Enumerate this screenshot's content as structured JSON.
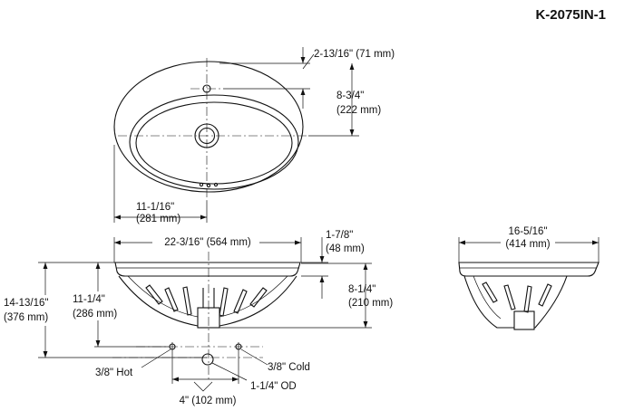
{
  "model": "K-2075IN-1",
  "top_view": {
    "faucet_offset": "2-13/16\" (71 mm)",
    "center_to_drain_in": "8-3/4\"",
    "center_to_drain_mm": "(222 mm)",
    "half_width_in": "11-1/16\"",
    "half_width_mm": "(281 mm)"
  },
  "front_view": {
    "overall_width": "22-3/16\" (564 mm)",
    "rim_height_in": "1-7/8\"",
    "rim_height_mm": "(48 mm)",
    "bowl_depth_in": "8-1/4\"",
    "bowl_depth_mm": "(210 mm)",
    "total_height_in": "14-13/16\"",
    "total_height_mm": "(376 mm)",
    "supply_height_in": "11-1/4\"",
    "supply_height_mm": "(286 mm)",
    "hot_label": "3/8\" Hot",
    "cold_label": "3/8\" Cold",
    "drain_label": "1-1/4\" OD",
    "supply_spacing": "4\" (102 mm)"
  },
  "side_view": {
    "depth_in": "16-5/16\"",
    "depth_mm": "(414 mm)"
  }
}
